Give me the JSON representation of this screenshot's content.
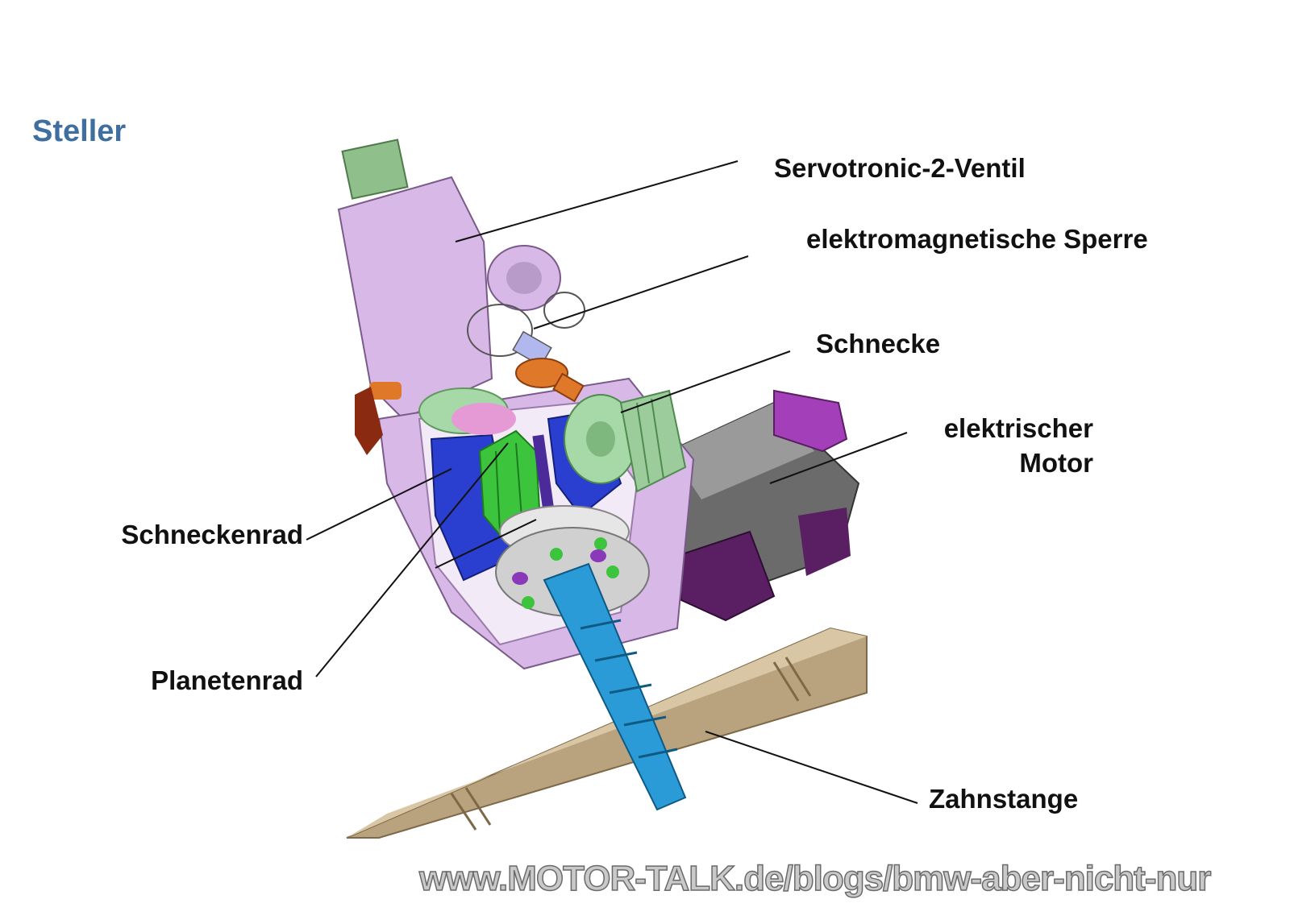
{
  "title": "Steller",
  "labels": {
    "servotronic": "Servotronic-2-Ventil",
    "sperre": "elektromagnetische Sperre",
    "schnecke": "Schnecke",
    "motor_line1": "elektrischer",
    "motor_line2": "Motor",
    "schneckenrad": "Schneckenrad",
    "planetenrad": "Planetenrad",
    "zahnstange": "Zahnstange"
  },
  "watermark": "www.MOTOR-TALK.de/blogs/bmw-aber-nicht-nur",
  "colors": {
    "title": "#3f6fa0",
    "housing": "#d8b8e6",
    "rack": "#b9a27e",
    "pinion": "#2a9bd6",
    "motor": "#6b6b6b",
    "gears": "#8fd3a0",
    "planet": "#3cc43c",
    "sleeve": "#2a3fcf",
    "connector": "#a33fb8",
    "lock": "#e0782a"
  }
}
